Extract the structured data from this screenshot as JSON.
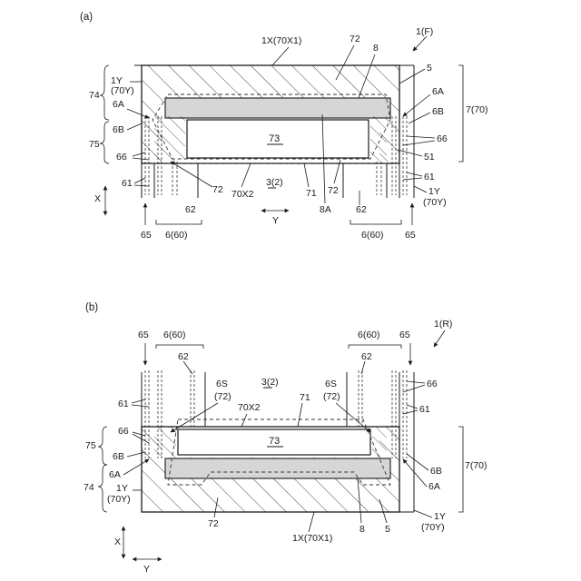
{
  "panel_a": {
    "label": "(a)",
    "ref": "1(F)",
    "labels": {
      "top_1x": "1X(70X1)",
      "r72_top": "72",
      "r8": "8",
      "r5": "5",
      "left_1y": "1Y",
      "left_70y": "(70Y)",
      "r74": "74",
      "r6a_left": "6A",
      "r6b_left": "6B",
      "r75": "75",
      "r66_left": "66",
      "r61_left": "61",
      "r65_left": "65",
      "r73": "73",
      "r72_lower_left": "72",
      "r70x2": "70X2",
      "r3": "3(2)",
      "r71": "71",
      "r72_lower_mid": "72",
      "r8a": "8A",
      "r62_left": "62",
      "r62_right": "62",
      "r660_left": "6(60)",
      "r660_right": "6(60)",
      "r65_right": "65",
      "r6a_right": "6A",
      "r6b_right": "6B",
      "r770": "7(70)",
      "r66_right": "66",
      "r51": "51",
      "r61_right": "61",
      "right_1y": "1Y",
      "right_70y": "(70Y)",
      "axis_x": "X",
      "axis_y": "Y"
    }
  },
  "panel_b": {
    "label": "(b)",
    "ref": "1(R)",
    "labels": {
      "r65_left": "65",
      "r660_left": "6(60)",
      "r62_left": "62",
      "r6s_left": "6S",
      "r72p_left": "(72)",
      "r3": "3(2)",
      "r6s_right": "6S",
      "r72p_right": "(72)",
      "r660_right": "6(60)",
      "r65_right": "65",
      "r62_right": "62",
      "r66_right": "66",
      "r61_left": "61",
      "r70x2": "70X2",
      "r71": "71",
      "r61_right": "61",
      "r66_left": "66",
      "r75": "75",
      "r6b_left": "6B",
      "r73": "73",
      "r6a_left": "6A",
      "r74": "74",
      "left_1y": "1Y",
      "left_70y": "(70Y)",
      "r6b_right": "6B",
      "r770": "7(70)",
      "r6a_right": "6A",
      "r72_bottom": "72",
      "r8": "8",
      "r5": "5",
      "r1x": "1X(70X1)",
      "right_1y": "1Y",
      "right_70y": "(70Y)",
      "axis_x": "X",
      "axis_y": "Y"
    }
  }
}
